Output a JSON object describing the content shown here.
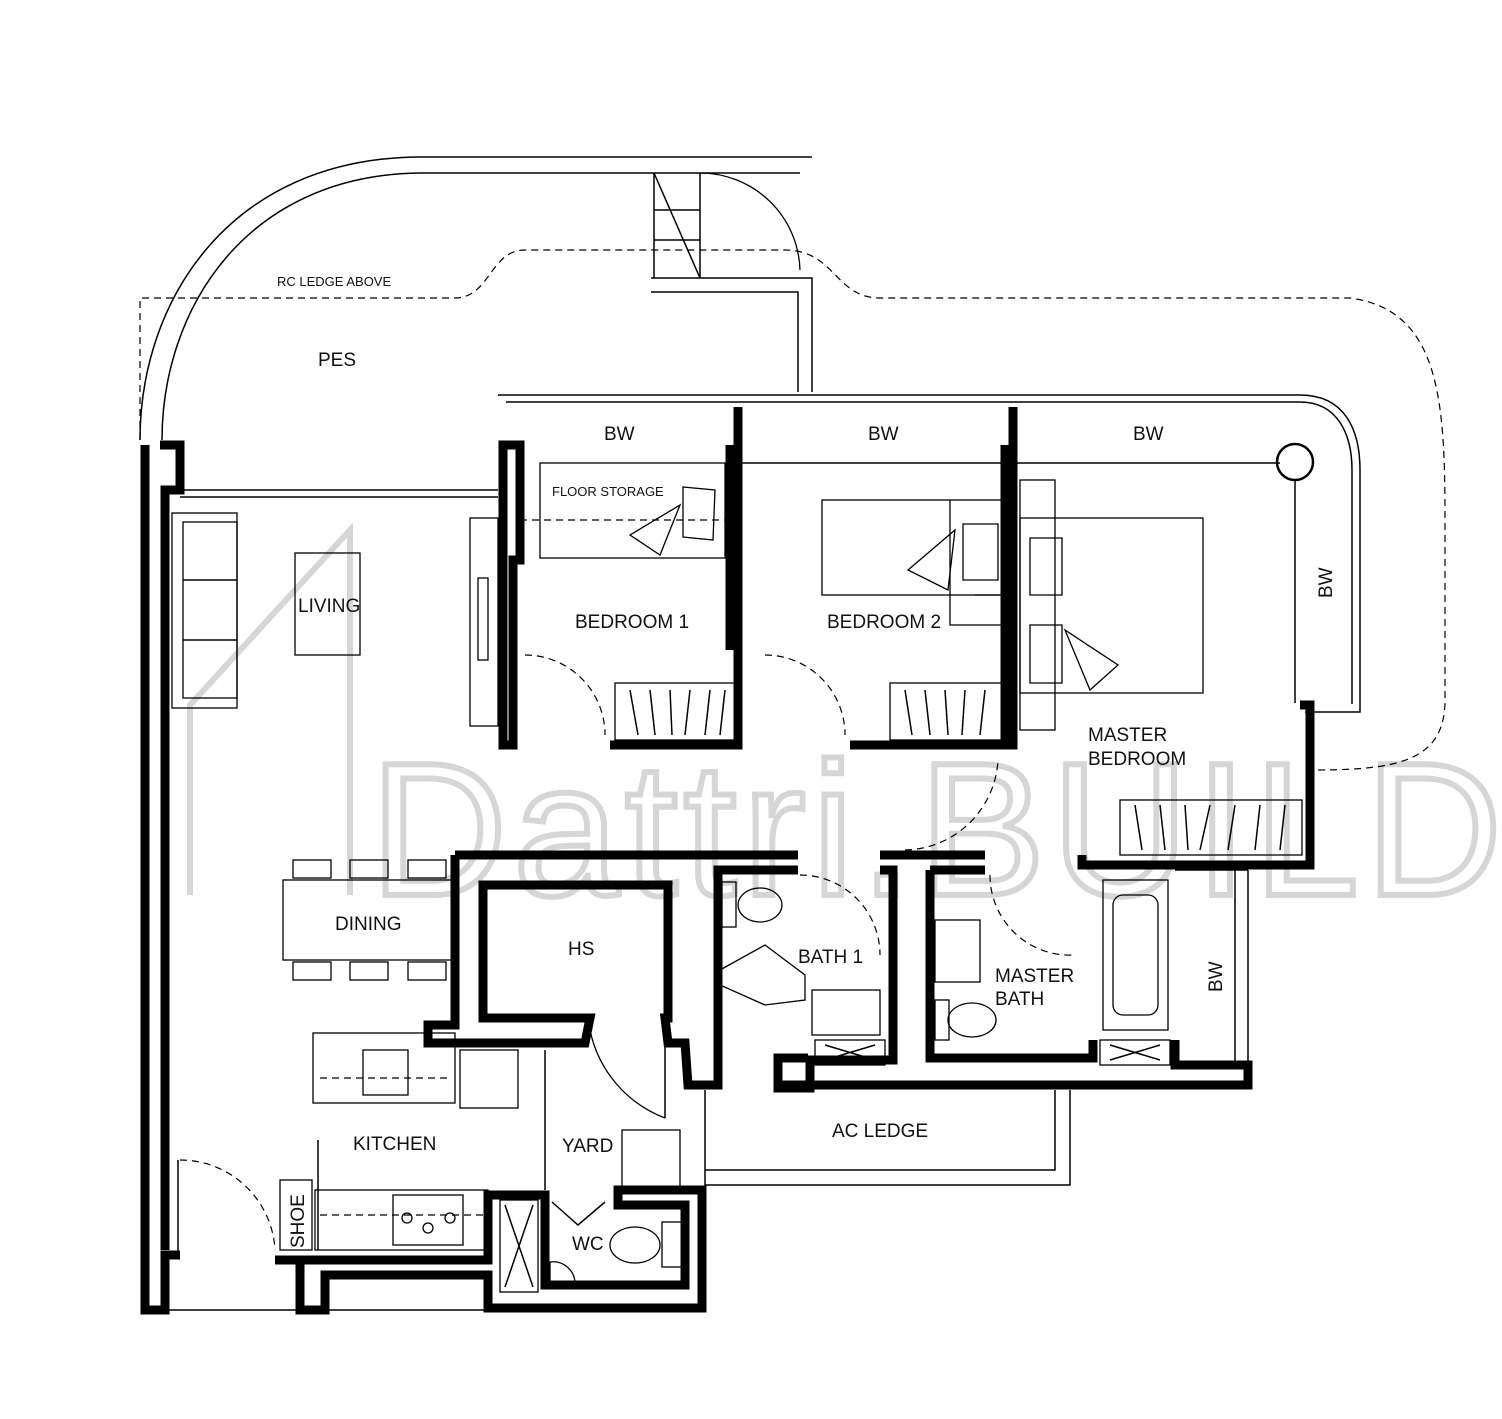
{
  "rooms": {
    "rc_ledge": "RC LEDGE ABOVE",
    "pes": "PES",
    "bw_1": "BW",
    "bw_2": "BW",
    "bw_3": "BW",
    "bw_4": "BW",
    "bw_5": "BW",
    "floor_storage": "FLOOR STORAGE",
    "living": "LIVING",
    "bedroom_1": "BEDROOM 1",
    "bedroom_2": "BEDROOM 2",
    "master_bedroom_1": "MASTER",
    "master_bedroom_2": "BEDROOM",
    "dining": "DINING",
    "hs": "HS",
    "bath_1": "BATH 1",
    "master_bath_1": "MASTER",
    "master_bath_2": "BATH",
    "kitchen": "KITCHEN",
    "yard": "YARD",
    "ac_ledge": "AC LEDGE",
    "shoe": "SHOE",
    "wc": "WC"
  },
  "watermark": "Dattri.BUILD",
  "colors": {
    "wall": "#000000",
    "watermark": "#d6d6d6",
    "background": "#ffffff"
  }
}
